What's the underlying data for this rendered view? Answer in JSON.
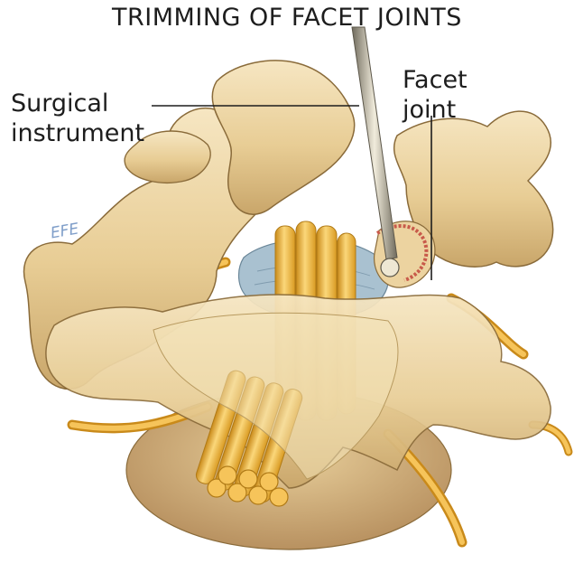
{
  "title": "TRIMMING OF FACET JOINTS",
  "labels": {
    "instrument_line1": "Surgical",
    "instrument_line2": "instrument",
    "facet_line1": "Facet",
    "facet_line2": "joint"
  },
  "signature": "EFE",
  "colors": {
    "bone_light": "#f2dfb4",
    "bone": "#e6c98f",
    "bone_shadow": "#c9a76a",
    "bone_outline": "#8a6b3a",
    "nerve": "#f2b33a",
    "nerve_dark": "#c98a1a",
    "nerve_highlight": "#fbd77a",
    "dura": "#9fb8c8",
    "instrument": "#d8d2bd",
    "instrument_dark": "#6f6a5c",
    "cut_tissue": "#c85a4a",
    "leader_line": "#1d1d1d",
    "text": "#1d1d1d",
    "signature": "#7f9ec9"
  }
}
